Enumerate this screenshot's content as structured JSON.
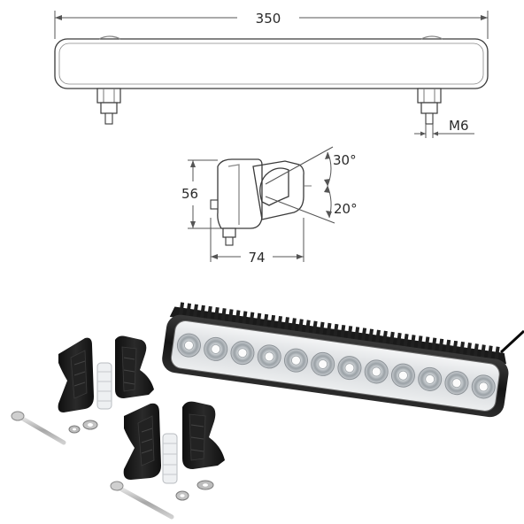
{
  "drawing": {
    "width_label": "350",
    "thread_label": "M6",
    "height_label": "56",
    "depth_label": "74",
    "tilt_up_label": "30°",
    "tilt_down_label": "20°"
  },
  "product": {
    "led_count": 12,
    "colors": {
      "housing": "#1c1c1c",
      "lens": "#e6e8ea",
      "reflector": "#bfc4c8",
      "bracket": "#161616",
      "metal": "#b8b8b8"
    }
  }
}
